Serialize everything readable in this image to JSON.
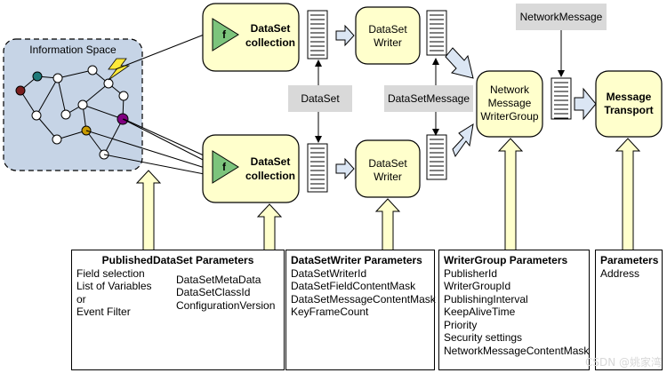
{
  "info_space": {
    "label": "Information Space"
  },
  "dataset_collection_top": {
    "label_line1": "DataSet",
    "label_line2": "collection",
    "icon_letter": "f"
  },
  "dataset_collection_bottom": {
    "label_line1": "DataSet",
    "label_line2": "collection",
    "icon_letter": "f"
  },
  "writer_top": {
    "line1": "DataSet",
    "line2": "Writer"
  },
  "writer_bottom": {
    "line1": "DataSet",
    "line2": "Writer"
  },
  "network_writer": {
    "line1": "Network",
    "line2": "Message",
    "line3": "WriterGroup"
  },
  "transport": {
    "line1": "Message",
    "line2": "Transport"
  },
  "labels": {
    "dataset": "DataSet",
    "dataset_message": "DataSetMessage",
    "network_message": "NetworkMessage"
  },
  "published_params": {
    "title": "PublishedDataSet Parameters",
    "left_items": [
      "Field selection",
      "List of Variables",
      "or",
      "Event Filter"
    ],
    "right_items": [
      "DataSetMetaData",
      "DataSetClassId",
      "ConfigurationVersion"
    ]
  },
  "writer_params": {
    "title": "DataSetWriter Parameters",
    "items": [
      "DataSetWriterId",
      "DataSetFieldContentMask",
      "DataSetMessageContentMask",
      "KeyFrameCount"
    ]
  },
  "group_params": {
    "title": "WriterGroup Parameters",
    "items": [
      "PublisherId",
      "WriterGroupId",
      "PublishingInterval",
      "KeepAliveTime",
      "Priority",
      "Security settings",
      "NetworkMessageContentMask"
    ]
  },
  "transport_params": {
    "title": "Parameters",
    "items": [
      "Address"
    ]
  },
  "watermark": "CSDN @姚家湾",
  "colors": {
    "node_fill": "#ffffcc",
    "info_fill": "#c6d4e6",
    "label_gray": "#d9d9d9",
    "triangle_green": "#7cc47c",
    "param_arrow_fill": "#ffffcc",
    "flow_arrow_fill": "#dbe6f4"
  }
}
